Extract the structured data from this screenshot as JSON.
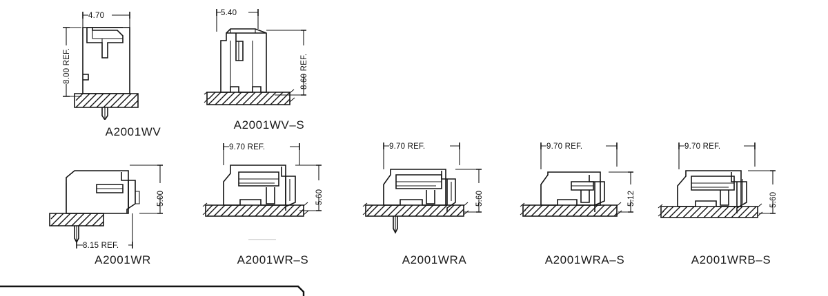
{
  "drawing": {
    "title_visible": false,
    "units_note": "",
    "figures": [
      {
        "id": "a2001wv",
        "label": "A2001WV",
        "dims": {
          "width": "4.70",
          "height": "8.00 REF."
        },
        "type": "vertical-through-hole"
      },
      {
        "id": "a2001wv-s",
        "label": "A2001WV–S",
        "dims": {
          "width": "5.40",
          "height": "8.60 REF."
        },
        "type": "vertical-smt"
      },
      {
        "id": "a2001wr",
        "label": "A2001WR",
        "dims": {
          "height": "5.00",
          "depth": "8.15 REF."
        },
        "type": "right-angle-through-hole"
      },
      {
        "id": "a2001wr-s",
        "label": "A2001WR–S",
        "dims": {
          "width": "9.70 REF.",
          "height": "5.60"
        },
        "type": "right-angle-smt"
      },
      {
        "id": "a2001wra",
        "label": "A2001WRA",
        "dims": {
          "width": "9.70 REF.",
          "height": "5.60"
        },
        "type": "right-angle-a-through-hole"
      },
      {
        "id": "a2001wra-s",
        "label": "A2001WRA–S",
        "dims": {
          "width": "9.70 REF.",
          "height": "5.12"
        },
        "type": "right-angle-a-smt"
      },
      {
        "id": "a2001wrb-s",
        "label": "A2001WRB–S",
        "dims": {
          "width": "9.70 REF.",
          "height": "5.60"
        },
        "type": "right-angle-b-smt"
      }
    ],
    "colors": {
      "line": "#141414",
      "background": "#ffffff",
      "label_text": "#1a1a1a"
    }
  }
}
